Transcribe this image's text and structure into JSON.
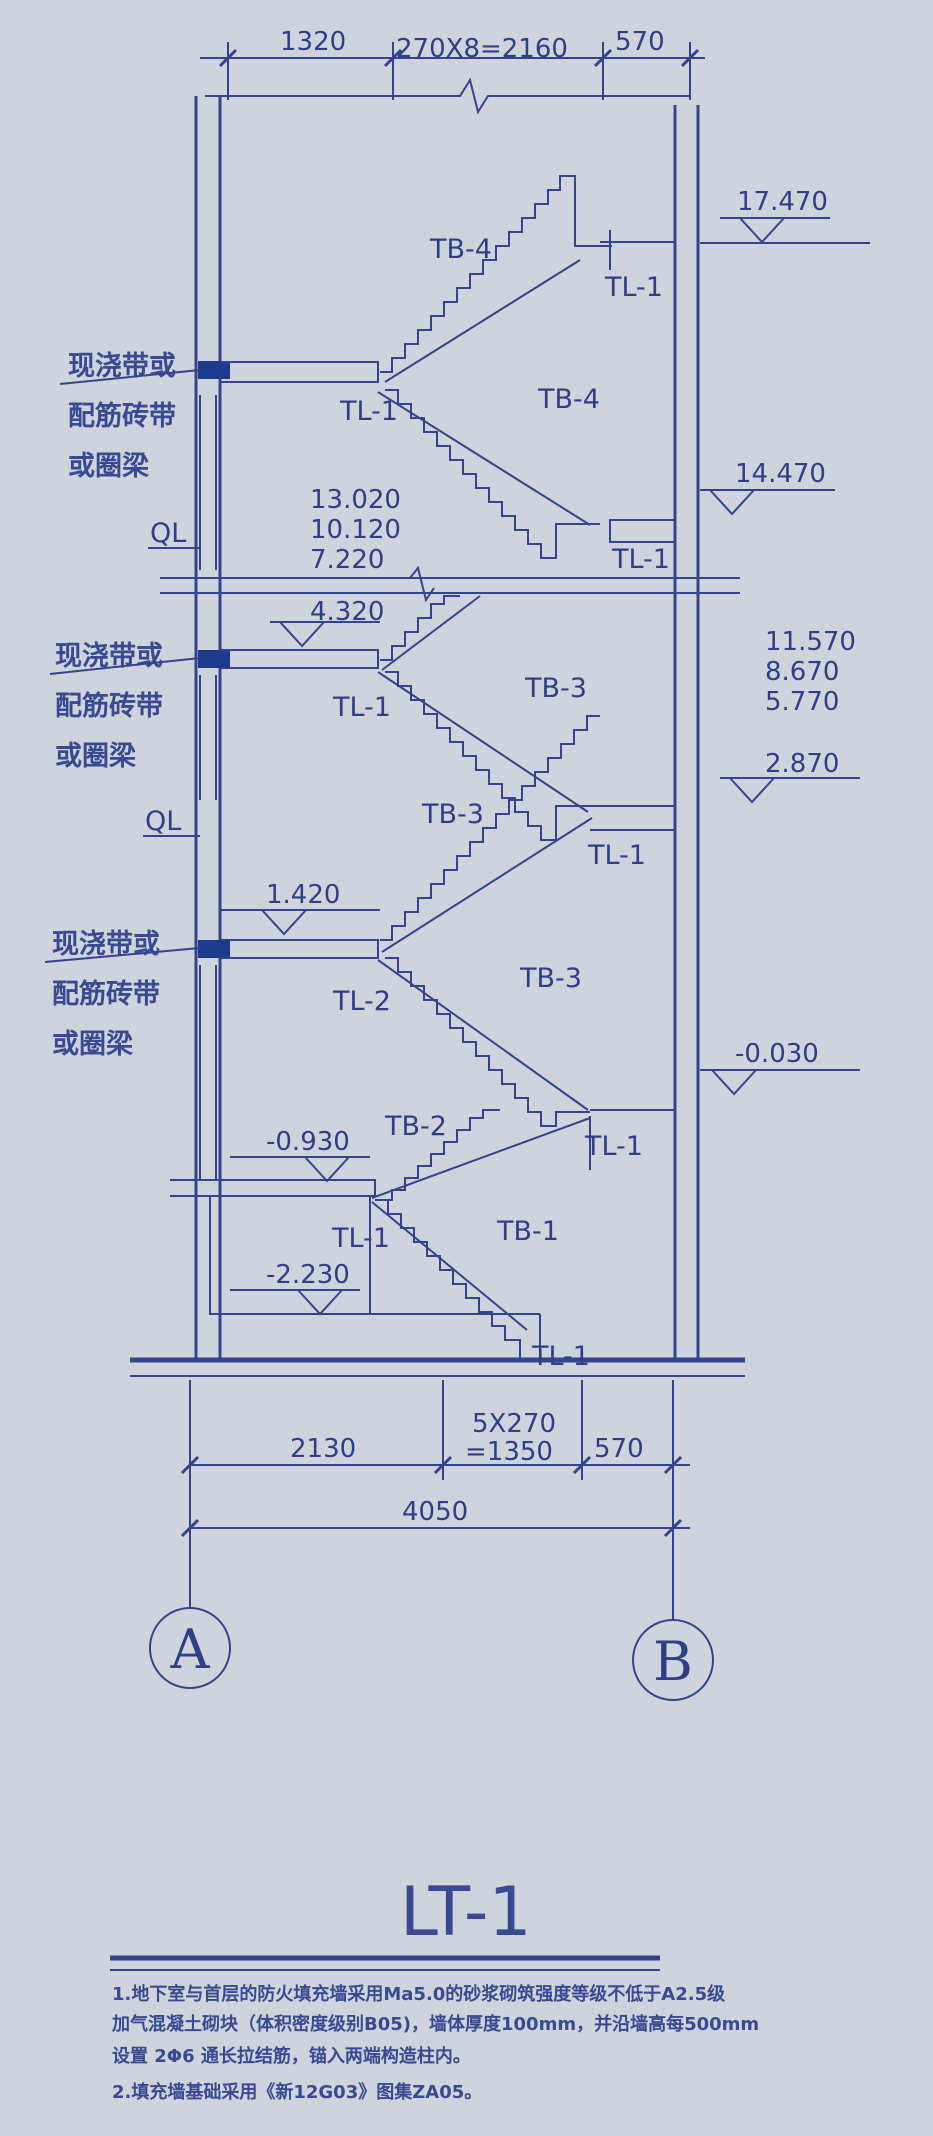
{
  "dimensions": {
    "top": [
      "1320",
      "270X8=2160",
      "570"
    ],
    "bottom_line1": [
      "2130",
      "5X270",
      "570"
    ],
    "bottom_line2": "=1350",
    "total": "4050"
  },
  "axes": [
    "A",
    "B"
  ],
  "elevations": {
    "e17470": "17.470",
    "e14470": "14.470",
    "left_stack": [
      "13.020",
      "10.120",
      "7.220",
      "4.320"
    ],
    "right_stack": [
      "11.570",
      "8.670",
      "5.770",
      "2.870"
    ],
    "e1420": "1.420",
    "em0030": "-0.030",
    "em0930": "-0.930",
    "em2230": "-2.230"
  },
  "labels": {
    "tb4": "TB-4",
    "tb3": "TB-3",
    "tb2": "TB-2",
    "tb1": "TB-1",
    "tl1": "TL-1",
    "tl2": "TL-2",
    "ql": "QL"
  },
  "band_note": [
    "现浇带或",
    "配筋砖带",
    "或圈梁"
  ],
  "drawing_title": "LT-1",
  "notes": [
    "1.地下室与首层的防火填充墙采用Ma5.0的砂浆砌筑强度等级不低于A2.5级",
    "加气混凝土砌块（体积密度级别B05)，墙体厚度100mm，并沿墙高每500mm",
    "设置 2Φ6 通长拉结筋，锚入两端构造柱内。",
    "2.填充墙基础采用《新12G03》图集ZA05。"
  ],
  "colors": {
    "paper": "#cfd3dc",
    "ink": "#34448c",
    "fill_band": "#1d3a8c"
  }
}
